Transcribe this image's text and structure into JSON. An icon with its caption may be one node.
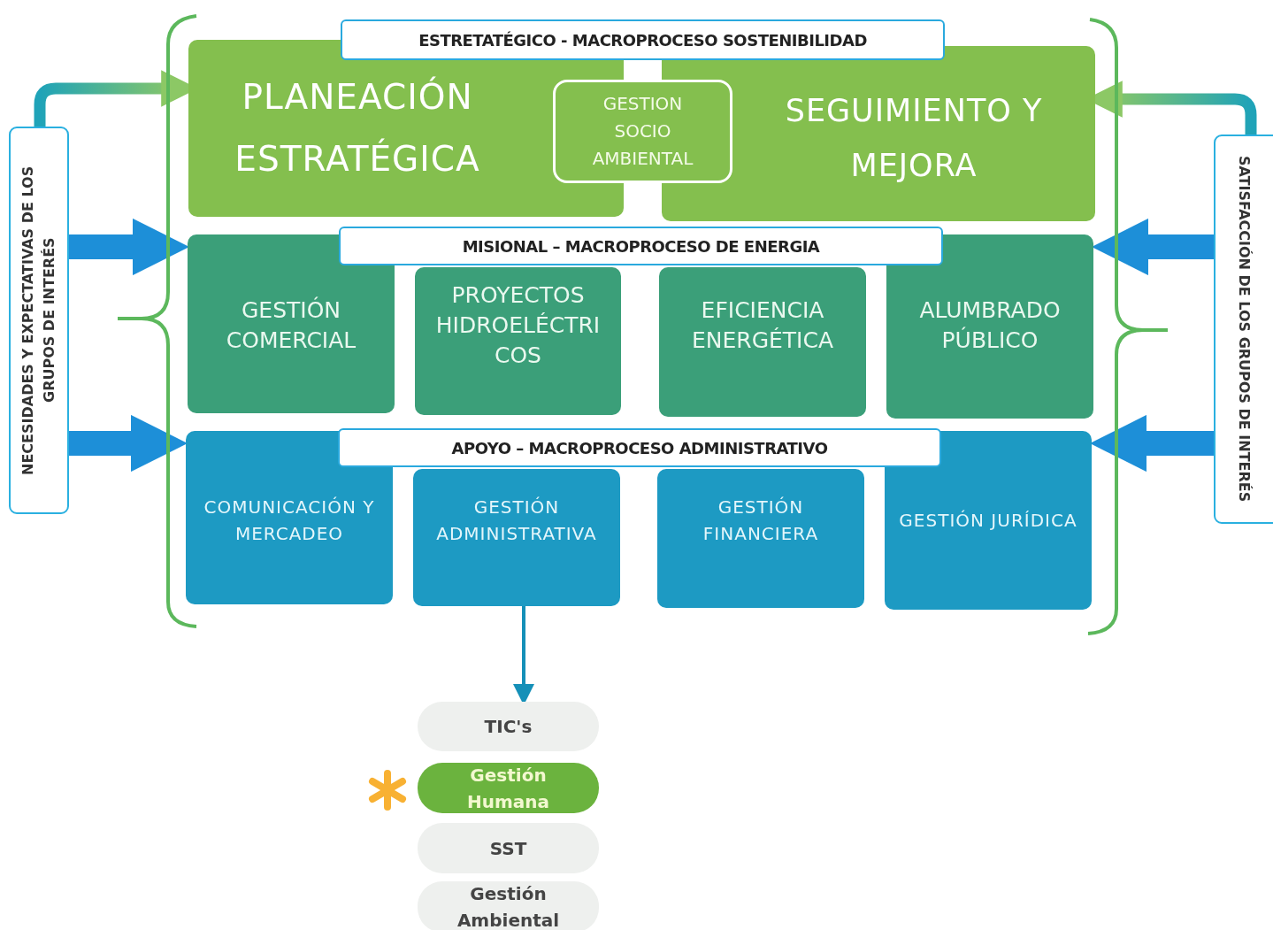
{
  "diagram": {
    "nodes": [
      {
        "text": [
          "NECESIDADES Y EXPECTATIVAS DE LOS GRUPOS DE INTERÉS"
        ]
      },
      {
        "text": [
          "ESTRETATÉGICO - MACROPROCESO SOSTENIBILIDAD"
        ]
      },
      {
        "text": [
          "PLANEACIÓN ESTRATÉGICA"
        ]
      },
      {
        "text": [
          "GESTION SOCIO AMBIENTAL"
        ]
      },
      {
        "text": [
          "SEGUIMIENTO Y MEJORA"
        ]
      },
      {
        "text": [
          "MISIONAL – MACROPROCESO DE ENERGIA"
        ]
      },
      {
        "text": [
          "GESTIÓN COMERCIAL"
        ]
      },
      {
        "text": [
          "PROYECTOS HIDROELÉCTRI COS"
        ]
      },
      {
        "text": [
          "EFICIENCIA ENERGÉTICA"
        ]
      },
      {
        "text": [
          "ALUMBRADO PÚBLICO"
        ]
      },
      {
        "text": [
          "APOYO – MACROPROCESO ADMINISTRATIVO"
        ]
      },
      {
        "text": [
          "COMUNICACIÓN Y MERCADEO"
        ]
      },
      {
        "text": [
          "GESTIÓN ADMINISTRATIVA"
        ]
      },
      {
        "text": [
          "GESTIÓN FINANCIERA"
        ]
      },
      {
        "text": [
          "GESTIÓN JURÍDICA"
        ]
      },
      {
        "text": [
          "SATISFACCIÓN DE LOS GRUPOS DE INTERÉS"
        ]
      },
      {
        "text": [
          "TIC's"
        ]
      },
      {
        "text": [
          "Gestión Humana"
        ]
      },
      {
        "text": [
          "SST"
        ]
      },
      {
        "text": [
          "Gestión Ambiental"
        ]
      }
    ],
    "edges": [
      {
        "from": 0,
        "to": 2,
        "arrow": "to"
      },
      {
        "from": 15,
        "to": 4,
        "arrow": "to"
      },
      {
        "from": 0,
        "to": 6,
        "arrow": "to"
      },
      {
        "from": 0,
        "to": 11,
        "arrow": "to"
      },
      {
        "from": 15,
        "to": 9,
        "arrow": "to"
      },
      {
        "from": 15,
        "to": 14,
        "arrow": "to"
      },
      {
        "from": 12,
        "to": 16,
        "arrow": "to"
      }
    ]
  }
}
